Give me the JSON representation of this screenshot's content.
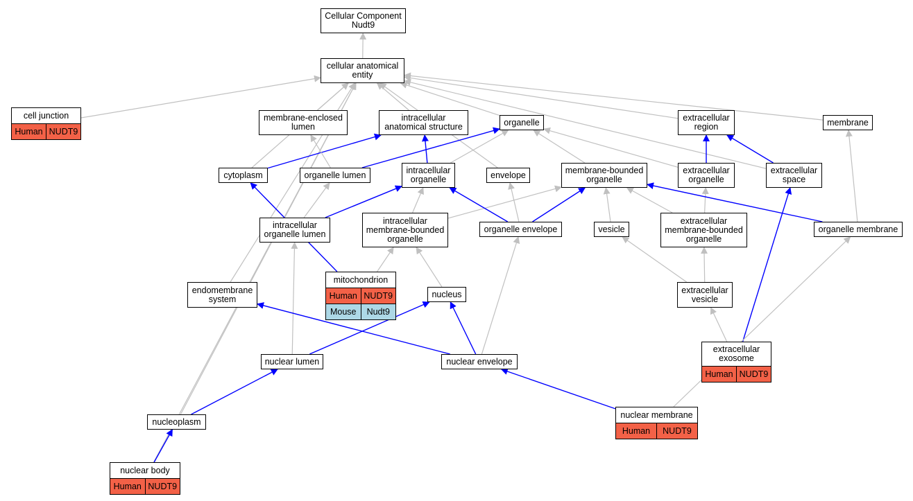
{
  "colors": {
    "is_a_edge": "#c0c0c0",
    "part_of_edge": "#0000ff",
    "human": "#f36147",
    "mouse": "#add8e6"
  },
  "nodes": {
    "root": {
      "label": "Cellular Component\nNudt9"
    },
    "cae": {
      "label": "cellular anatomical\nentity"
    },
    "cell_junction": {
      "label": "cell junction",
      "human": [
        "Human",
        "NUDT9"
      ]
    },
    "mel": {
      "label": "membrane-enclosed\nlumen"
    },
    "ias": {
      "label": "intracellular\nanatomical structure"
    },
    "organelle": {
      "label": "organelle"
    },
    "ecr": {
      "label": "extracellular\nregion"
    },
    "membrane": {
      "label": "membrane"
    },
    "cytoplasm": {
      "label": "cytoplasm"
    },
    "org_lumen": {
      "label": "organelle lumen"
    },
    "ic_org": {
      "label": "intracellular\norganelle"
    },
    "envelope": {
      "label": "envelope"
    },
    "mbo": {
      "label": "membrane-bounded\norganelle"
    },
    "ec_org": {
      "label": "extracellular\norganelle"
    },
    "ec_space": {
      "label": "extracellular\nspace"
    },
    "icol": {
      "label": "intracellular\norganelle lumen"
    },
    "icmbo": {
      "label": "intracellular\nmembrane-bounded\norganelle"
    },
    "org_env": {
      "label": "organelle envelope"
    },
    "vesicle": {
      "label": "vesicle"
    },
    "ecmbo": {
      "label": "extracellular\nmembrane-bounded\norganelle"
    },
    "org_mem": {
      "label": "organelle membrane"
    },
    "mito": {
      "label": "mitochondrion",
      "human": [
        "Human",
        "NUDT9"
      ],
      "mouse": [
        "Mouse",
        "Nudt9"
      ]
    },
    "endo": {
      "label": "endomembrane\nsystem"
    },
    "nucleus": {
      "label": "nucleus"
    },
    "ec_ves": {
      "label": "extracellular\nvesicle"
    },
    "nuc_lumen": {
      "label": "nuclear lumen"
    },
    "nuc_env": {
      "label": "nuclear envelope"
    },
    "exosome": {
      "label": "extracellular\nexosome",
      "human": [
        "Human",
        "NUDT9"
      ]
    },
    "nucleoplasm": {
      "label": "nucleoplasm"
    },
    "nuc_mem": {
      "label": "nuclear membrane",
      "human": [
        "Human",
        "NUDT9"
      ]
    },
    "nuc_body": {
      "label": "nuclear body",
      "human": [
        "Human",
        "NUDT9"
      ]
    }
  },
  "edges": [
    {
      "from": "cae",
      "to": "root",
      "type": "is_a"
    },
    {
      "from": "cell_junction",
      "to": "cae",
      "type": "is_a"
    },
    {
      "from": "mel",
      "to": "cae",
      "type": "is_a"
    },
    {
      "from": "ias",
      "to": "cae",
      "type": "is_a"
    },
    {
      "from": "organelle",
      "to": "cae",
      "type": "is_a"
    },
    {
      "from": "ecr",
      "to": "cae",
      "type": "is_a"
    },
    {
      "from": "membrane",
      "to": "cae",
      "type": "is_a"
    },
    {
      "from": "cytoplasm",
      "to": "cae",
      "type": "is_a"
    },
    {
      "from": "endo",
      "to": "cae",
      "type": "is_a"
    },
    {
      "from": "nucleoplasm",
      "to": "cae",
      "type": "is_a"
    },
    {
      "from": "nuc_body",
      "to": "cae",
      "type": "is_a"
    },
    {
      "from": "envelope",
      "to": "cae",
      "type": "is_a"
    },
    {
      "from": "ec_space",
      "to": "cae",
      "type": "is_a"
    },
    {
      "from": "cytoplasm",
      "to": "ias",
      "type": "part_of"
    },
    {
      "from": "org_lumen",
      "to": "mel",
      "type": "is_a"
    },
    {
      "from": "org_lumen",
      "to": "organelle",
      "type": "part_of"
    },
    {
      "from": "ic_org",
      "to": "ias",
      "type": "part_of"
    },
    {
      "from": "ic_org",
      "to": "organelle",
      "type": "is_a"
    },
    {
      "from": "mbo",
      "to": "organelle",
      "type": "is_a"
    },
    {
      "from": "ec_org",
      "to": "organelle",
      "type": "is_a"
    },
    {
      "from": "ec_org",
      "to": "ecr",
      "type": "part_of"
    },
    {
      "from": "ec_space",
      "to": "ecr",
      "type": "part_of"
    },
    {
      "from": "icol",
      "to": "org_lumen",
      "type": "is_a"
    },
    {
      "from": "icol",
      "to": "ic_org",
      "type": "part_of"
    },
    {
      "from": "icmbo",
      "to": "ic_org",
      "type": "is_a"
    },
    {
      "from": "icmbo",
      "to": "mbo",
      "type": "is_a"
    },
    {
      "from": "org_env",
      "to": "ic_org",
      "type": "part_of"
    },
    {
      "from": "org_env",
      "to": "envelope",
      "type": "is_a"
    },
    {
      "from": "org_env",
      "to": "mbo",
      "type": "part_of"
    },
    {
      "from": "vesicle",
      "to": "mbo",
      "type": "is_a"
    },
    {
      "from": "ecmbo",
      "to": "mbo",
      "type": "is_a"
    },
    {
      "from": "ecmbo",
      "to": "ec_org",
      "type": "is_a"
    },
    {
      "from": "org_mem",
      "to": "mbo",
      "type": "part_of"
    },
    {
      "from": "org_mem",
      "to": "membrane",
      "type": "is_a"
    },
    {
      "from": "mito",
      "to": "icmbo",
      "type": "is_a"
    },
    {
      "from": "mito",
      "to": "cytoplasm",
      "type": "part_of"
    },
    {
      "from": "nucleus",
      "to": "icmbo",
      "type": "is_a"
    },
    {
      "from": "ec_ves",
      "to": "vesicle",
      "type": "is_a"
    },
    {
      "from": "ec_ves",
      "to": "ecmbo",
      "type": "is_a"
    },
    {
      "from": "nuc_lumen",
      "to": "icol",
      "type": "is_a"
    },
    {
      "from": "nuc_lumen",
      "to": "nucleus",
      "type": "part_of"
    },
    {
      "from": "nuc_env",
      "to": "org_env",
      "type": "is_a"
    },
    {
      "from": "nuc_env",
      "to": "nucleus",
      "type": "part_of"
    },
    {
      "from": "nuc_env",
      "to": "endo",
      "type": "part_of"
    },
    {
      "from": "exosome",
      "to": "ec_ves",
      "type": "is_a"
    },
    {
      "from": "exosome",
      "to": "ec_space",
      "type": "part_of"
    },
    {
      "from": "nucleoplasm",
      "to": "nuc_lumen",
      "type": "part_of"
    },
    {
      "from": "nuc_mem",
      "to": "nuc_env",
      "type": "part_of"
    },
    {
      "from": "nuc_mem",
      "to": "org_mem",
      "type": "is_a"
    },
    {
      "from": "nuc_body",
      "to": "nucleoplasm",
      "type": "part_of"
    }
  ]
}
